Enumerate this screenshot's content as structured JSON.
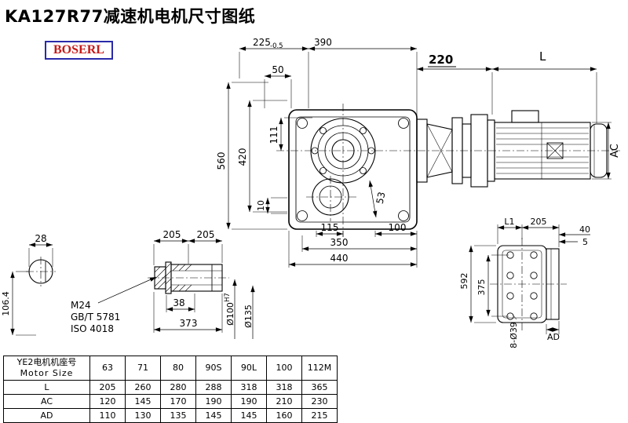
{
  "title": "KA127R77减速机电机尺寸图纸",
  "logo": "BOSERL",
  "dims": {
    "d225": "225",
    "d225_tol": "-0.5",
    "d390": "390",
    "d220": "220",
    "dL": "L",
    "d50": "50",
    "d560": "560",
    "d420": "420",
    "d111": "111",
    "d10": "10",
    "dAC": "AC",
    "d53": "53",
    "d115": "115",
    "d100": "100",
    "d350": "350",
    "d440": "440",
    "d28": "28",
    "d106_4": "106.4",
    "d205a": "205",
    "d205b": "205",
    "m24": "M24",
    "gbt5781": "GB/T 5781",
    "iso4018": "ISO 4018",
    "d38": "38",
    "d373": "373",
    "dia100": "Ø100",
    "dia100_fit": "H7",
    "dia135": "Ø135",
    "dL1": "L1",
    "d205c": "205",
    "d40": "40",
    "d5": "5",
    "d592": "592",
    "d375": "375",
    "holes": "8-Ø39",
    "dAD": "AD"
  },
  "table": {
    "row_header_cn": "YE2电机机座号",
    "row_header_en": "Motor Size",
    "columns": [
      "63",
      "71",
      "80",
      "90S",
      "90L",
      "100",
      "112M"
    ],
    "rows": [
      {
        "label": "L",
        "values": [
          "205",
          "260",
          "280",
          "288",
          "318",
          "318",
          "365"
        ]
      },
      {
        "label": "AC",
        "values": [
          "120",
          "145",
          "170",
          "190",
          "190",
          "210",
          "230"
        ]
      },
      {
        "label": "AD",
        "values": [
          "110",
          "130",
          "135",
          "145",
          "145",
          "160",
          "215"
        ]
      }
    ]
  }
}
